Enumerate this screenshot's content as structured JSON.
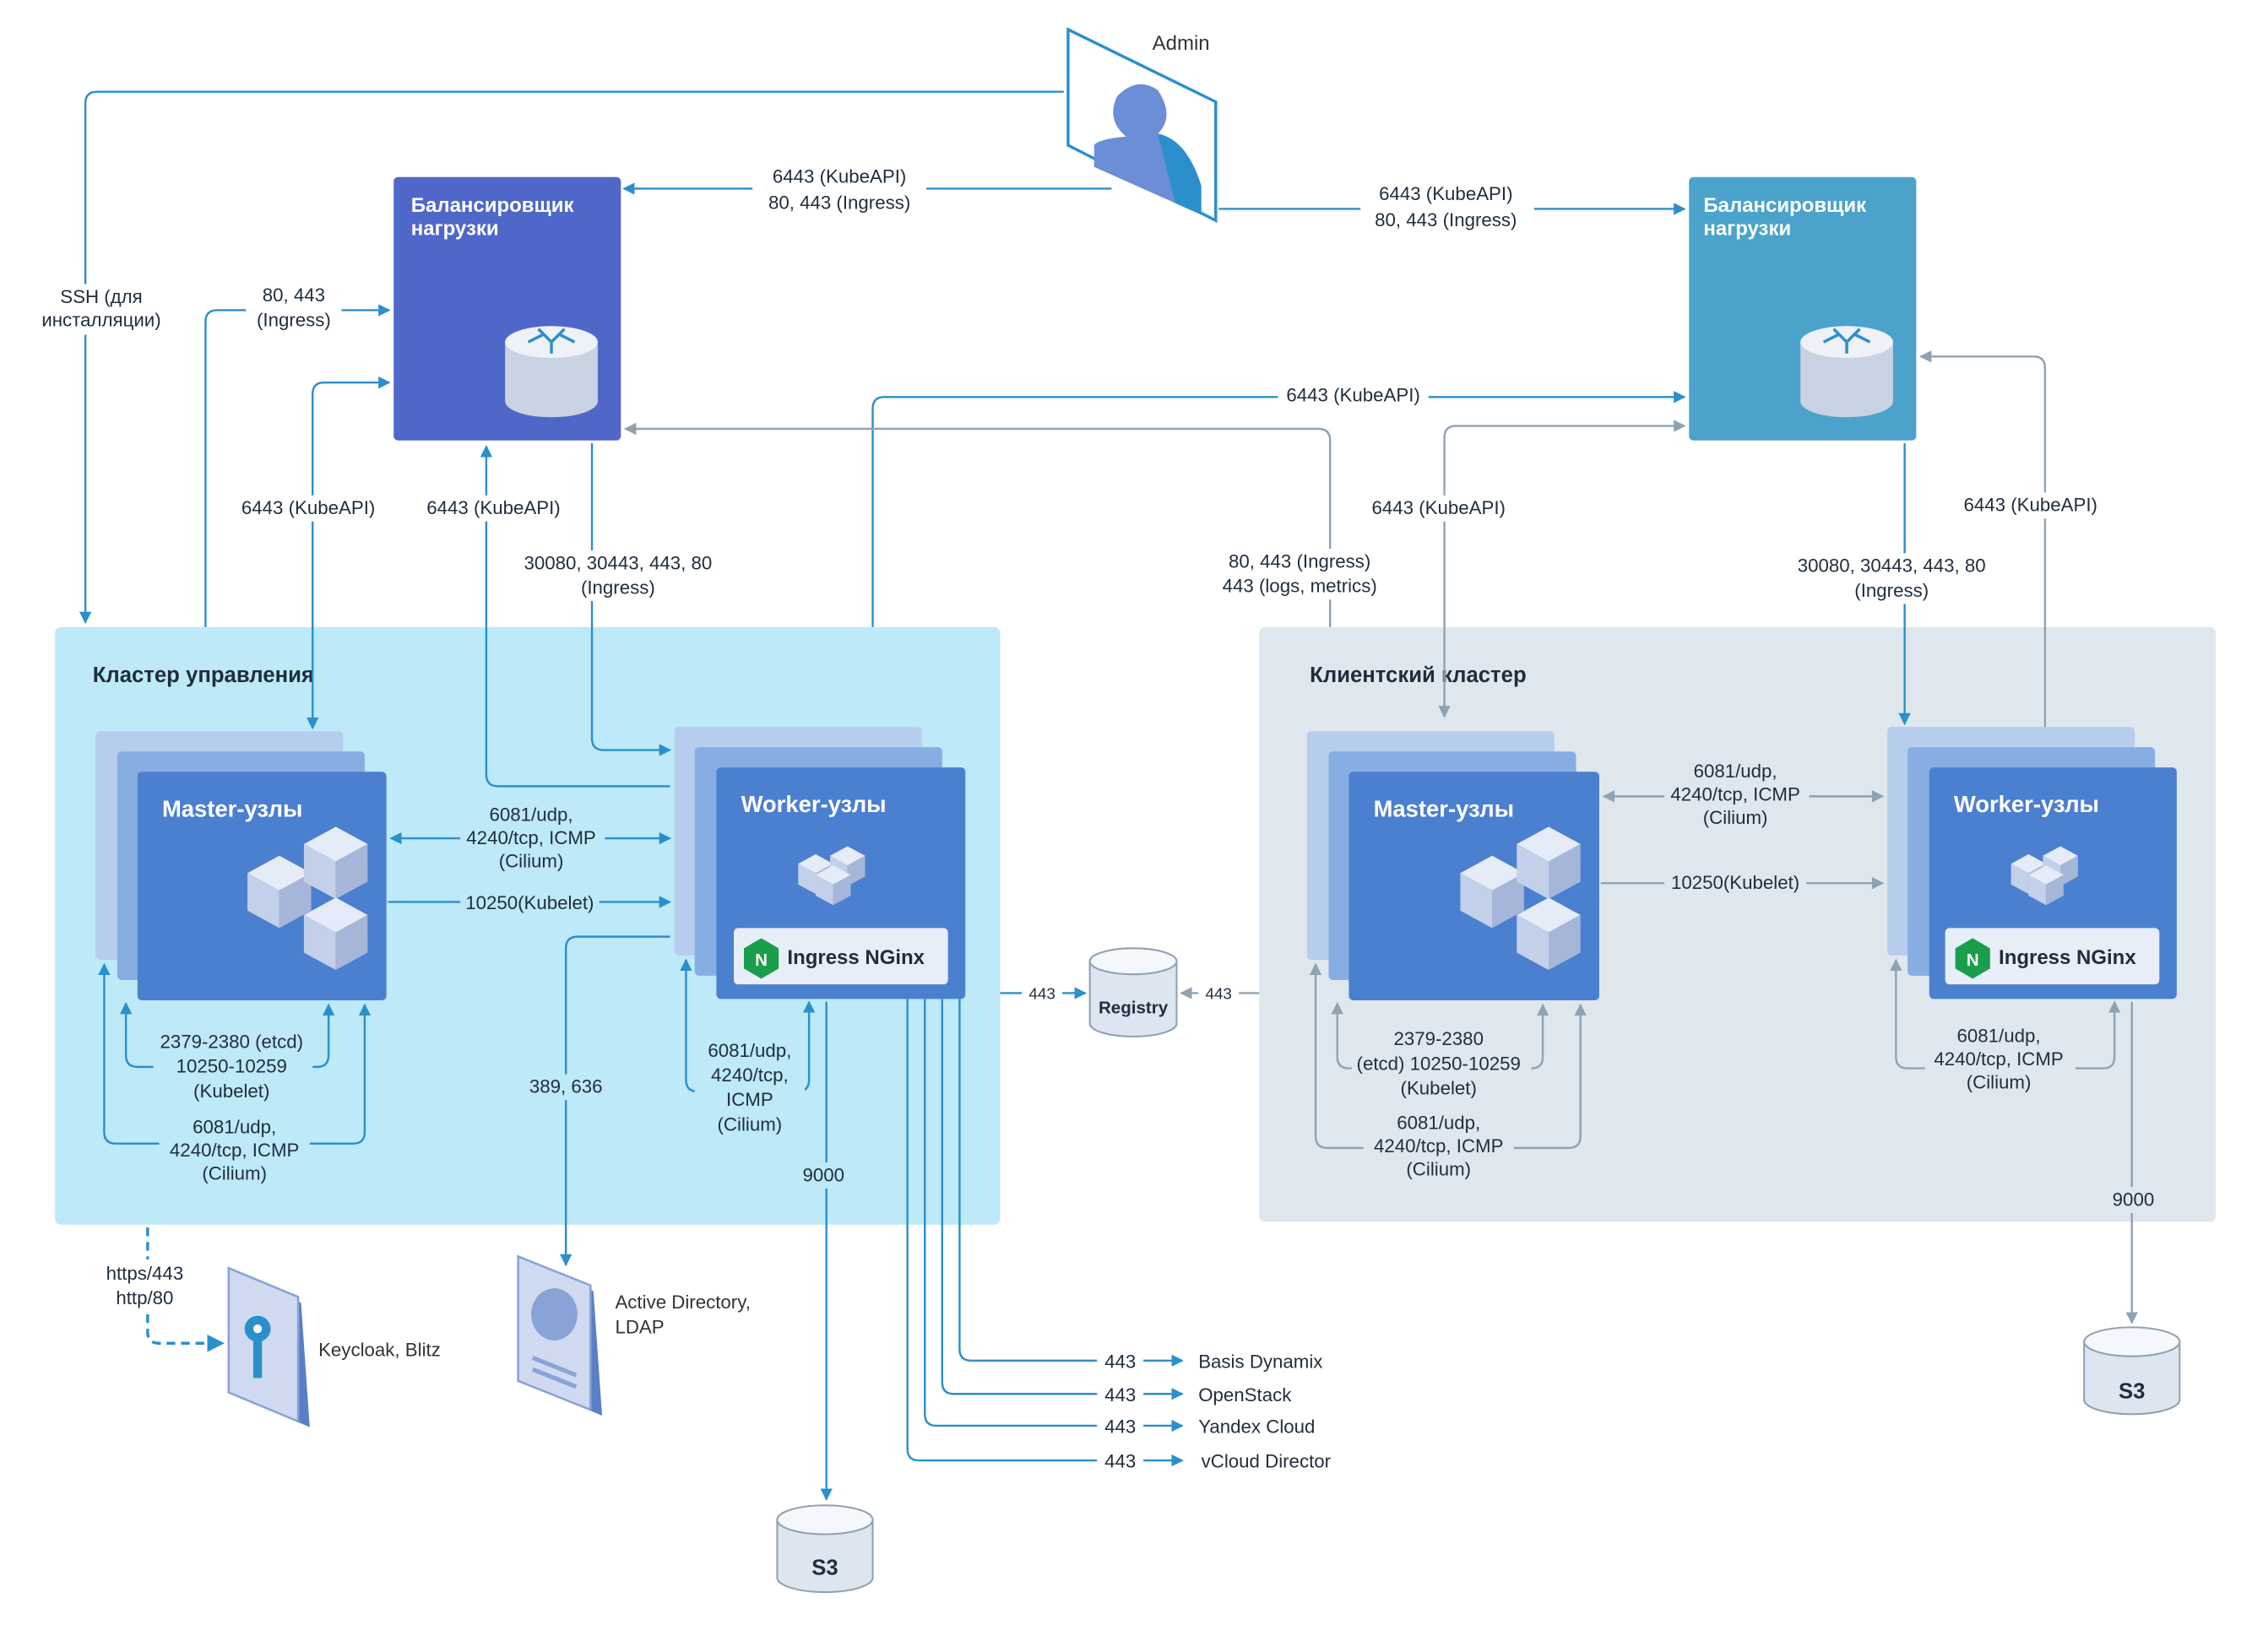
{
  "admin": {
    "label": "Admin"
  },
  "lb_mgmt": {
    "title_line1": "Балансировщик",
    "title_line2": "нагрузки"
  },
  "lb_client": {
    "title_line1": "Балансировщик",
    "title_line2": "нагрузки"
  },
  "mgmt_cluster": {
    "title": "Кластер управления"
  },
  "client_cluster": {
    "title": "Клиентский кластер"
  },
  "mgmt_master": {
    "title": "Master-узлы"
  },
  "mgmt_worker": {
    "title": "Worker-узлы",
    "ingress": "Ingress NGinx"
  },
  "client_master": {
    "title": "Master-узлы"
  },
  "client_worker": {
    "title": "Worker-узлы",
    "ingress": "Ingress NGinx"
  },
  "registry": {
    "label": "Registry"
  },
  "s3_mgmt": {
    "label": "S3"
  },
  "s3_client": {
    "label": "S3"
  },
  "keycloak": {
    "label": "Keycloak, Blitz"
  },
  "ldap": {
    "line1": "Active Directory,",
    "line2": "LDAP"
  },
  "providers": [
    {
      "port": "443",
      "name": "Basis Dynamix"
    },
    {
      "port": "443",
      "name": "OpenStack"
    },
    {
      "port": "443",
      "name": "Yandex Cloud"
    },
    {
      "port": "443",
      "name": "vCloud Director"
    }
  ],
  "labels": {
    "admin_to_lb_mgmt": [
      "6443 (KubeAPI)",
      "80, 443 (Ingress)"
    ],
    "admin_to_lb_client": [
      "6443 (KubeAPI)",
      "80, 443 (Ingress)"
    ],
    "ssh": [
      "SSH (для",
      "инсталляции)"
    ],
    "ingress_80_443": [
      "80, 443",
      "(Ingress)"
    ],
    "kubeapi_master_mgmt": "6443 (KubeAPI)",
    "kubeapi_worker_mgmt": "6443 (KubeAPI)",
    "lb_mgmt_to_worker": [
      "30080, 30443, 443, 80",
      "(Ingress)"
    ],
    "worker_to_lb_client": "6443 (KubeAPI)",
    "client_to_lb_mgmt": [
      "80, 443 (Ingress)",
      "443 (logs, metrics)"
    ],
    "kubeapi_master_client": "6443 (KubeAPI)",
    "kubeapi_worker_client": "6443 (KubeAPI)",
    "lb_client_to_worker": [
      "30080, 30443, 443, 80",
      "(Ingress)"
    ],
    "mgmt_cilium_mw": [
      "6081/udp,",
      "4240/tcp, ICMP",
      "(Cilium)"
    ],
    "mgmt_kubelet_mw": "10250(Kubelet)",
    "client_cilium_mw": [
      "6081/udp,",
      "4240/tcp, ICMP",
      "(Cilium)"
    ],
    "client_kubelet_mw": "10250(Kubelet)",
    "mgmt_master_etcd": [
      "2379-2380 (etcd)",
      "10250-10259",
      "(Kubelet)"
    ],
    "mgmt_master_cilium": [
      "6081/udp,",
      "4240/tcp, ICMP",
      "(Cilium)"
    ],
    "client_master_etcd": [
      "2379-2380",
      "(etcd) 10250-10259",
      "(Kubelet)"
    ],
    "client_master_cilium": [
      "6081/udp,",
      "4240/tcp, ICMP",
      "(Cilium)"
    ],
    "mgmt_worker_cilium": [
      "6081/udp,",
      "4240/tcp,",
      "ICMP",
      "(Cilium)"
    ],
    "client_worker_cilium": [
      "6081/udp,",
      "4240/tcp, ICMP",
      "(Cilium)"
    ],
    "ldap_ports": "389, 636",
    "s3_port_mgmt": "9000",
    "s3_port_client": "9000",
    "registry_left": "443",
    "registry_right": "443",
    "keycloak_ports": [
      "https/443",
      "http/80"
    ]
  },
  "colors": {
    "blue_line": "#2b8fcb",
    "gray_line": "#8fa2b2",
    "lb_mgmt": "#4f67c9",
    "lb_client": "#4ba3cc",
    "node_dark": "#4b7fcf",
    "node_mid": "#87aee3",
    "node_light": "#b6cdee",
    "mgmt_bg": "#bde9f8",
    "client_bg": "#dfe7ee"
  }
}
